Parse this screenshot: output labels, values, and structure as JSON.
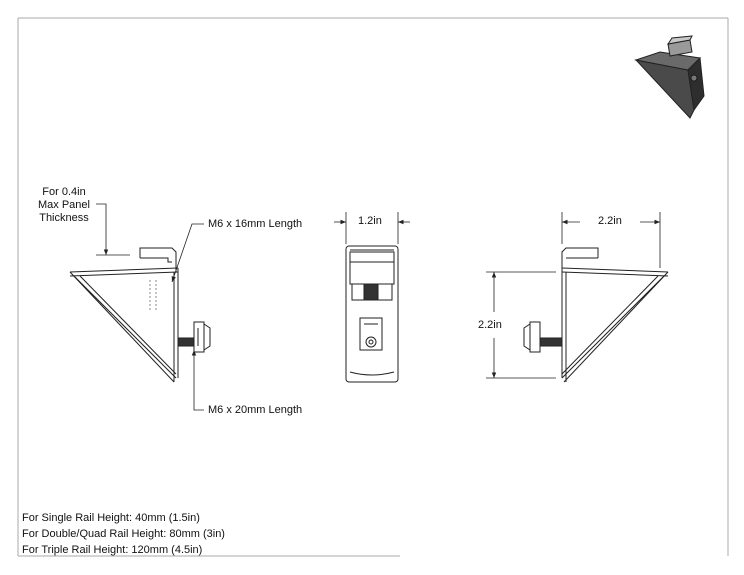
{
  "callouts": {
    "panel_thickness": [
      "For 0.4in",
      "Max Panel",
      "Thickness"
    ],
    "top_screw": "M6 x 16mm Length",
    "bottom_screw": "M6 x 20mm Length"
  },
  "dimensions": {
    "front_width": "1.2in",
    "side_width": "2.2in",
    "side_height": "2.2in"
  },
  "notes": [
    "For Single Rail Height: 40mm (1.5in)",
    "For Double/Quad Rail Height: 80mm (3in)",
    "For Triple Rail Height: 120mm (4.5in)"
  ],
  "colors": {
    "line": "#222222",
    "thumbnail": "#3a3a3a"
  }
}
